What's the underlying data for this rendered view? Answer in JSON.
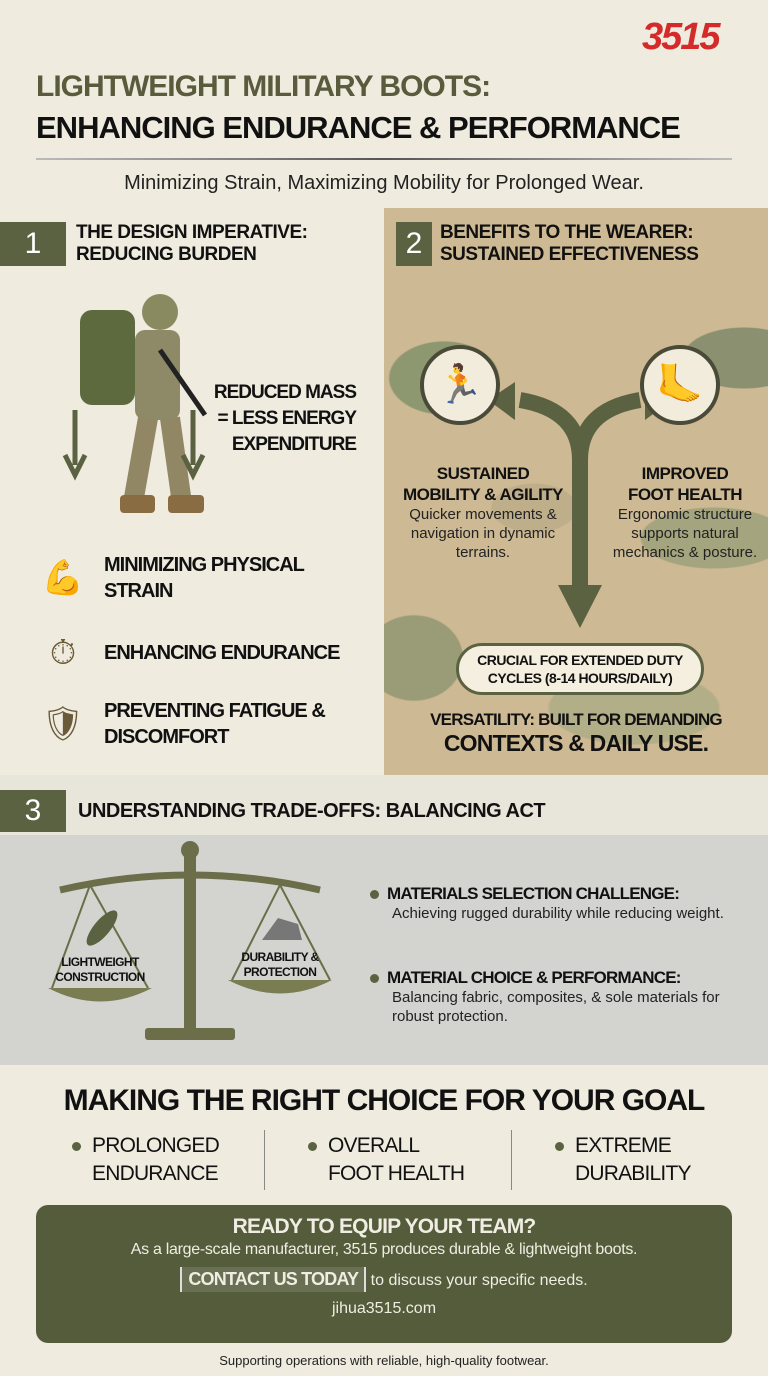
{
  "brand": {
    "logo": "3515",
    "accent": "#d42a2a",
    "olive": "#5b6241"
  },
  "header": {
    "title_line1": "LIGHTWEIGHT MILITARY BOOTS:",
    "title_line2": "ENHANCING ENDURANCE & PERFORMANCE",
    "subtitle": "Minimizing Strain, Maximizing Mobility for Prolonged Wear."
  },
  "section1": {
    "number": "1",
    "title_line1": "THE DESIGN IMPERATIVE:",
    "title_line2": "REDUCING BURDEN",
    "callout": [
      "REDUCED MASS",
      "= LESS ENERGY",
      "EXPENDITURE"
    ],
    "items": [
      {
        "icon": "flexed-arm-dumbbell-icon",
        "label": "MINIMIZING PHYSICAL STRAIN"
      },
      {
        "icon": "clock-runner-icon",
        "label": "ENHANCING ENDURANCE"
      },
      {
        "icon": "foot-shield-icon",
        "label": "PREVENTING FATIGUE & DISCOMFORT"
      }
    ]
  },
  "section2": {
    "number": "2",
    "title_line1": "BENEFITS TO THE WEARER:",
    "title_line2": "SUSTAINED EFFECTIVENESS",
    "benefits": [
      {
        "icon": "runner-arrow-icon",
        "title_line1": "SUSTAINED",
        "title_line2": "MOBILITY & AGILITY",
        "desc": "Quicker movements & navigation in dynamic terrains."
      },
      {
        "icon": "foot-bones-icon",
        "title_line1": "IMPROVED",
        "title_line2": "FOOT HEALTH",
        "desc": "Ergonomic structure supports natural mechanics & posture."
      }
    ],
    "pill": "CRUCIAL FOR EXTENDED DUTY CYCLES (8-14 HOURS/DAILY)",
    "versatility_line1": "VERSATILITY: BUILT FOR DEMANDING",
    "versatility_line2": "CONTEXTS & DAILY USE."
  },
  "section3": {
    "number": "3",
    "title": "UNDERSTANDING TRADE-OFFS: BALANCING ACT",
    "scale_left": "LIGHTWEIGHT CONSTRUCTION",
    "scale_right": "DURABILITY & PROTECTION",
    "bullets": [
      {
        "title": "MATERIALS SELECTION CHALLENGE:",
        "desc": "Achieving rugged durability while reducing weight."
      },
      {
        "title": "MATERIAL CHOICE & PERFORMANCE:",
        "desc": "Balancing fabric, composites, & sole materials for robust protection."
      }
    ]
  },
  "choice": {
    "title": "MAKING THE RIGHT CHOICE FOR YOUR GOAL",
    "options": [
      {
        "line1": "PROLONGED",
        "line2": "ENDURANCE"
      },
      {
        "line1": "OVERALL",
        "line2": "FOOT HEALTH"
      },
      {
        "line1": "EXTREME",
        "line2": "DURABILITY"
      }
    ]
  },
  "cta": {
    "title": "READY TO EQUIP YOUR TEAM?",
    "text": "As a large-scale manufacturer, 3515 produces durable & lightweight boots.",
    "button": "CONTACT US TODAY",
    "button_suffix": "to discuss your specific needs.",
    "website": "jihua3515.com"
  },
  "footer": "Supporting operations with reliable, high-quality footwear."
}
